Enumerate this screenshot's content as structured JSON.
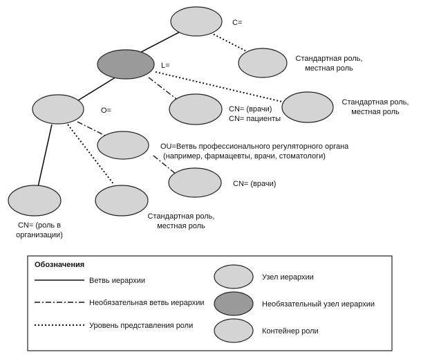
{
  "nodes": {
    "c_label": "C=",
    "l_label": "L=",
    "o_label": "O=",
    "role_top": [
      "Стандартная роль,",
      "местная роль"
    ],
    "role_mid": [
      "Стандартная роль,",
      "местная роль"
    ],
    "cn_doctors_patients": [
      "CN= (врачи)",
      "CN= пациенты"
    ],
    "ou_label": [
      "OU=Ветвь профессионального регуляторного органа",
      "(например, фармацевты, врачи, стоматологи)"
    ],
    "cn_doctors": "CN= (врачи)",
    "cn_org_role": [
      "CN= (роль в",
      "организации)"
    ],
    "role_bottom": [
      "Стандартная роль,",
      "местная роль"
    ]
  },
  "legend": {
    "title": "Обозначения",
    "branch": "Ветвь иерархии",
    "optional_branch": "Необязательная ветвь иерархии",
    "role_level": "Уровень представления роли",
    "node": "Узел иерархии",
    "optional_node": "Необязательный узел иерархии",
    "role_container": "Контейнер роли"
  },
  "colors": {
    "node_fill": "#d4d4d4",
    "optional_node_fill": "#9a9a9a"
  }
}
